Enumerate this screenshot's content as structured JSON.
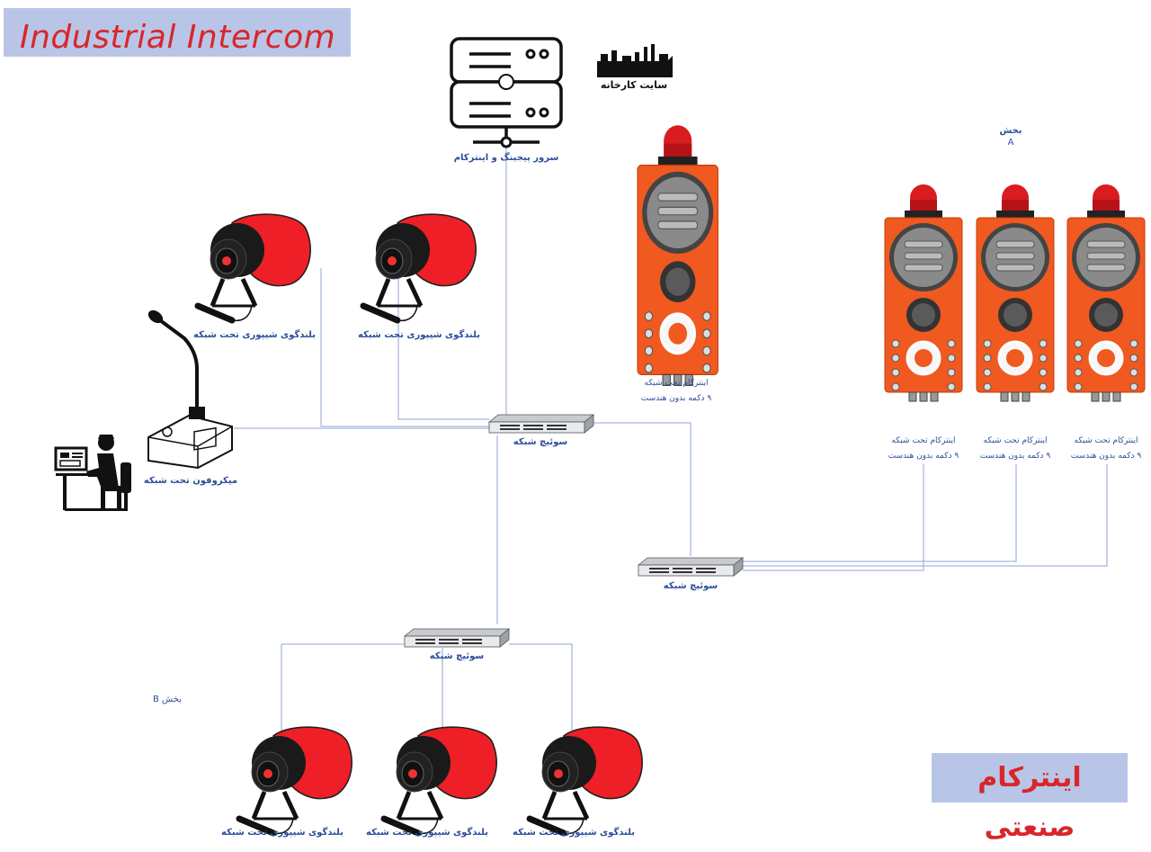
{
  "title": "Industrial Intercom",
  "title_fa": "اینترکام صنعتی",
  "server_label": "سرور پیجینگ و اینترکام",
  "factory_label": "سایت کارخانه",
  "section_a_word": "بخش",
  "section_a_letter": "A",
  "section_b_label": "بخش B",
  "switch_label": "سوئیچ شبکه",
  "microphone_label": "میکروفون تحت شبکه",
  "horn_label": "بلندگوی شیپوری تحت شبکه",
  "intercom_line1": "اینترکام تحت شبکه",
  "intercom_line2": "۹ دکمه بدون هندست",
  "colors": {
    "title_red": "#d8262b",
    "box_blue": "#b9c5e6",
    "label_blue": "#2d4e9a",
    "device_orange": "#f0591f",
    "line_blue": "#8fa6d6"
  }
}
